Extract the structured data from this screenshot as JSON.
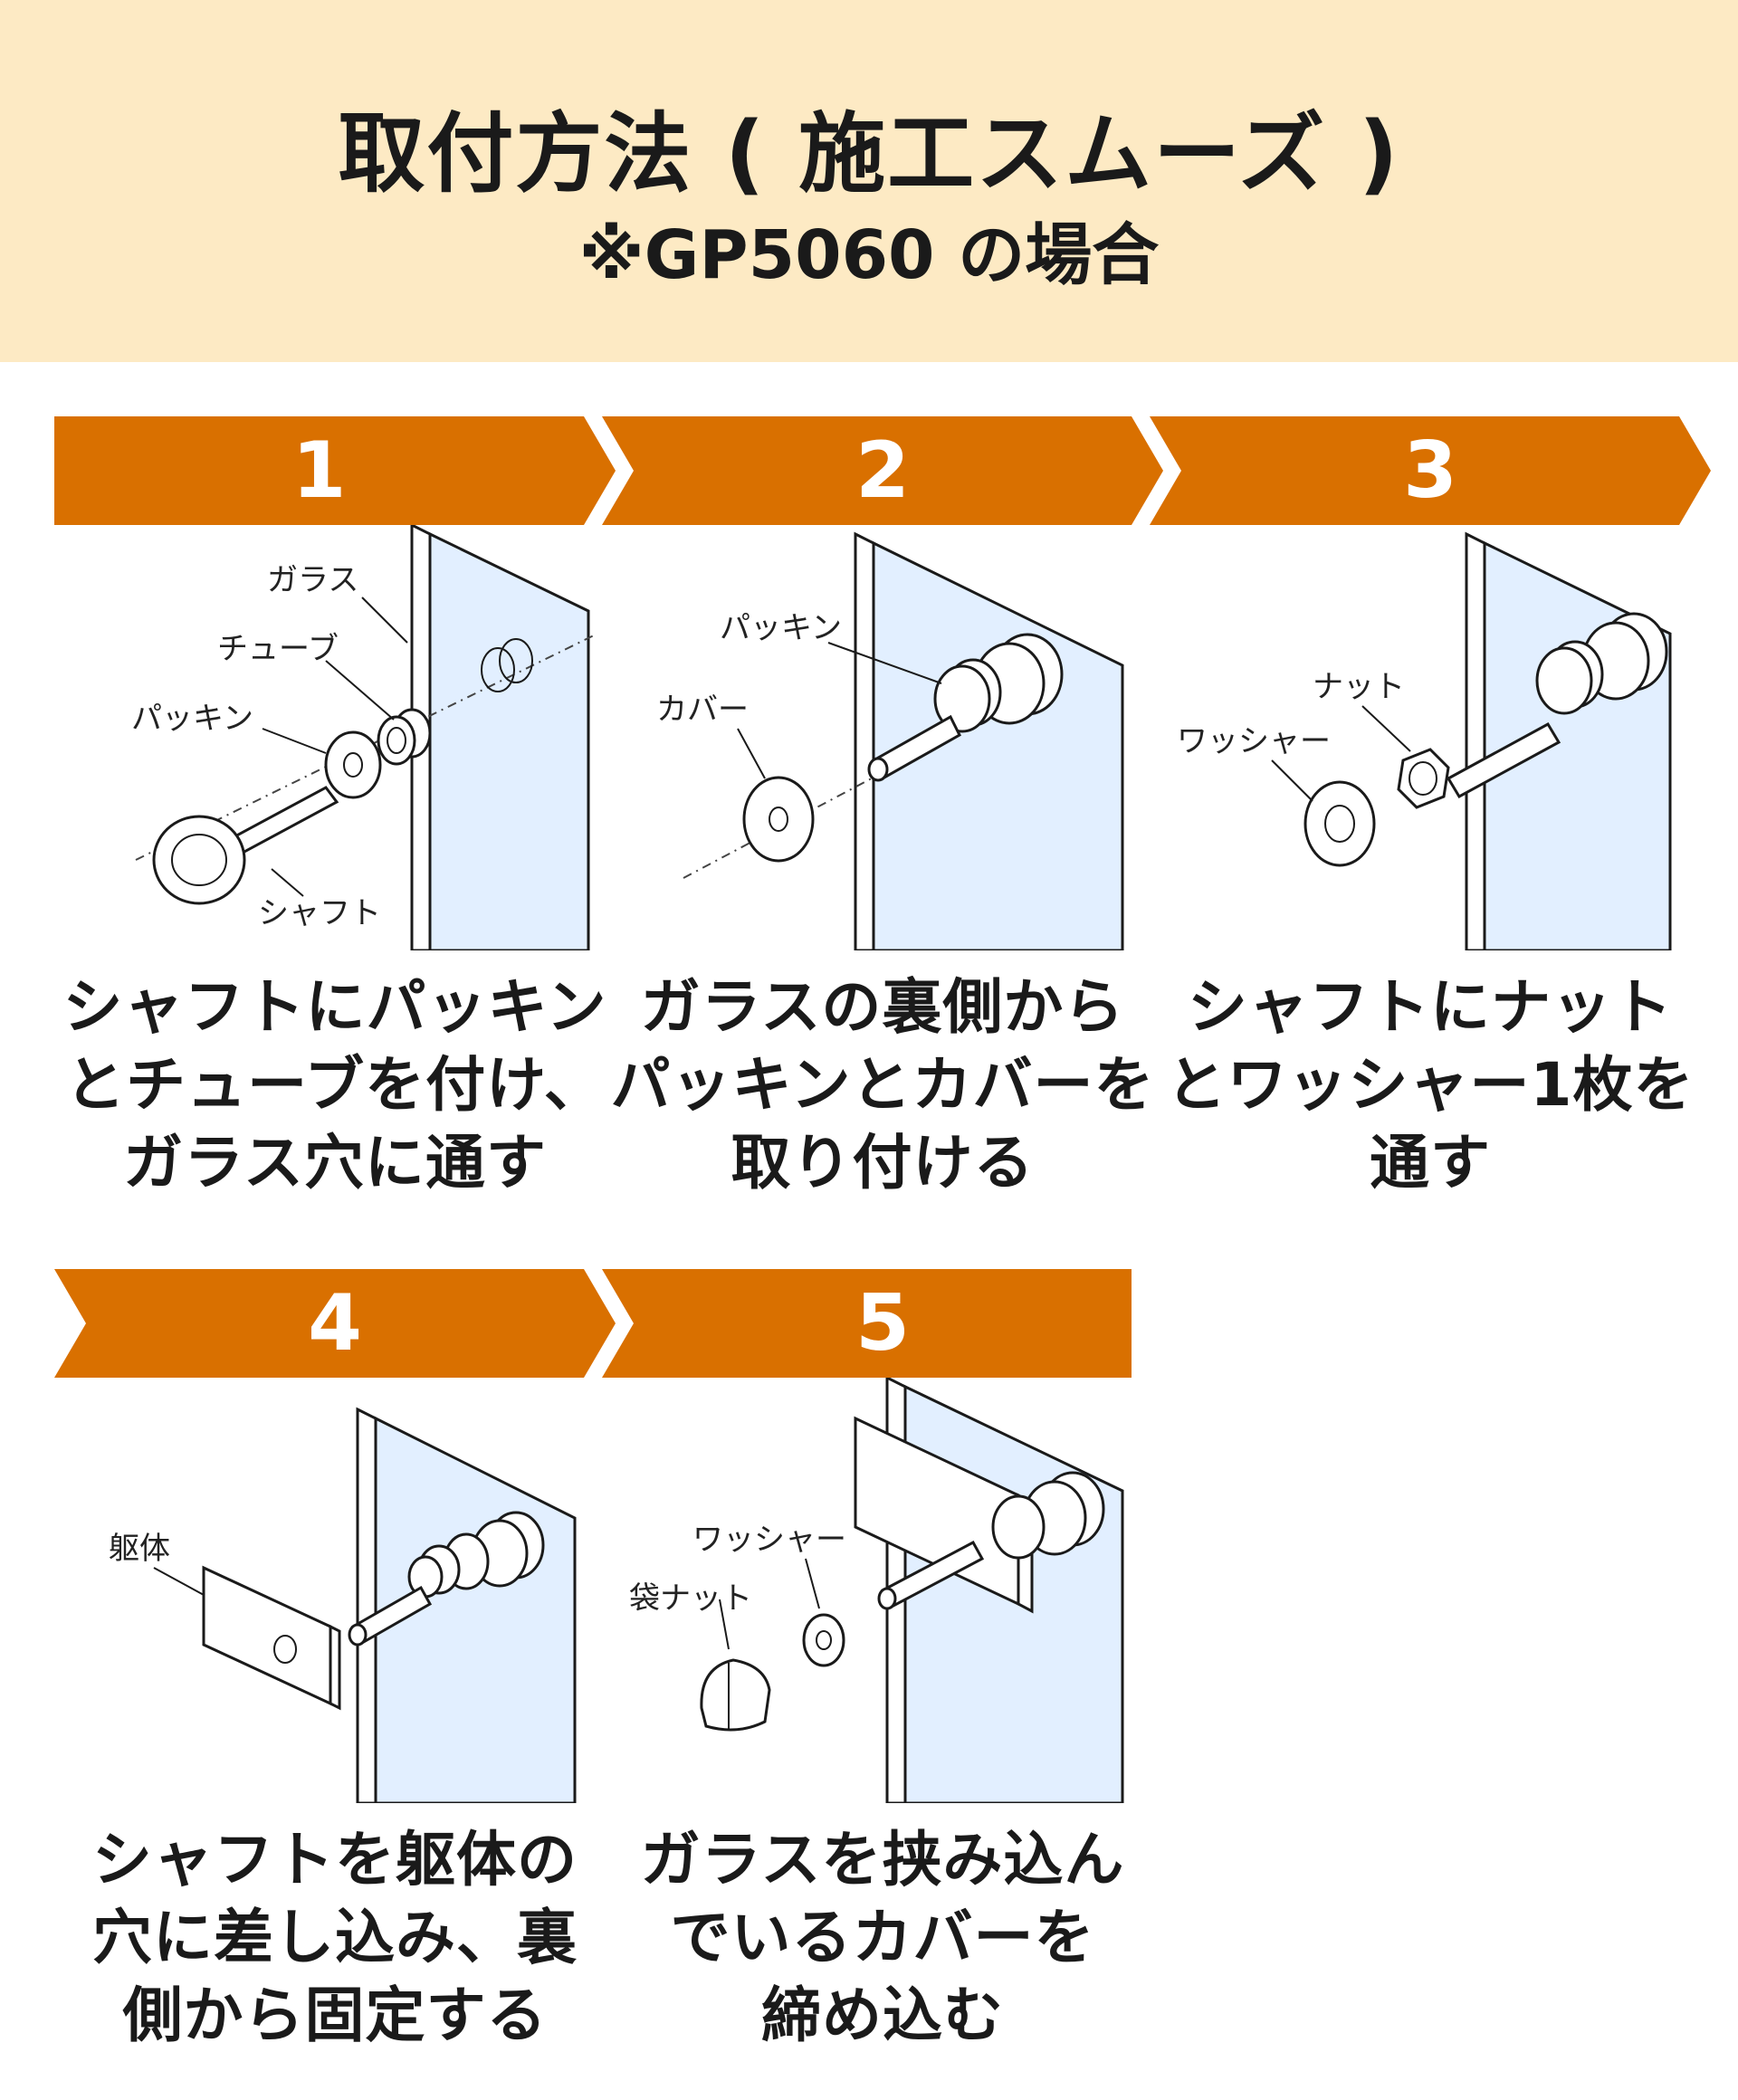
{
  "header": {
    "title": "取付方法 ( 施工スムーズ )",
    "subtitle": "※GP5060 の場合"
  },
  "colors": {
    "header_bg": "#fdeac4",
    "banner": "#d97000",
    "glass": "#e2efff"
  },
  "steps": [
    {
      "number": "1",
      "labels": [
        "ガラス",
        "チューブ",
        "パッキン",
        "シャフト"
      ],
      "caption": [
        "シャフトにパッキン",
        "とチューブを付け、",
        "ガラス穴に通す"
      ]
    },
    {
      "number": "2",
      "labels": [
        "パッキン",
        "カバー"
      ],
      "caption": [
        "ガラスの裏側から",
        "パッキンとカバーを",
        "取り付ける"
      ]
    },
    {
      "number": "3",
      "labels": [
        "ナット",
        "ワッシャー"
      ],
      "caption": [
        "シャフトにナット",
        "とワッシャー1枚を",
        "通す"
      ]
    },
    {
      "number": "4",
      "labels": [
        "躯体"
      ],
      "caption": [
        "シャフトを躯体の",
        "穴に差し込み、裏",
        "側から固定する"
      ]
    },
    {
      "number": "5",
      "labels": [
        "ワッシャー",
        "袋ナット"
      ],
      "caption": [
        "ガラスを挟み込ん",
        "でいるカバーを",
        "締め込む"
      ]
    }
  ]
}
